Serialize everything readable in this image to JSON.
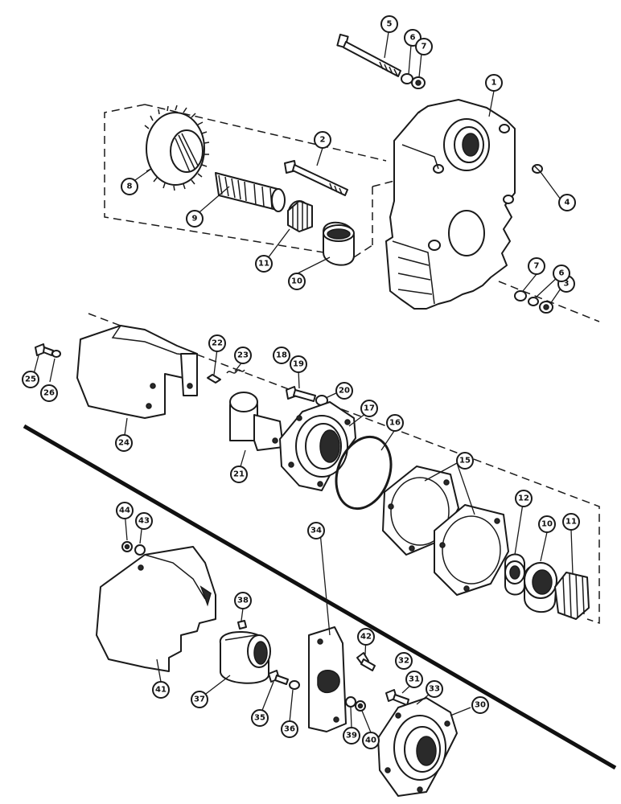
{
  "callouts": [
    {
      "id": "c1",
      "label": "1"
    },
    {
      "id": "c2",
      "label": "2"
    },
    {
      "id": "c3",
      "label": "3"
    },
    {
      "id": "c4",
      "label": "4"
    },
    {
      "id": "c5",
      "label": "5"
    },
    {
      "id": "c6a",
      "label": "6"
    },
    {
      "id": "c7a",
      "label": "7"
    },
    {
      "id": "c6b",
      "label": "6"
    },
    {
      "id": "c7b",
      "label": "7"
    },
    {
      "id": "c8",
      "label": "8"
    },
    {
      "id": "c9",
      "label": "9"
    },
    {
      "id": "c10a",
      "label": "10"
    },
    {
      "id": "c11a",
      "label": "11"
    },
    {
      "id": "c10b",
      "label": "10"
    },
    {
      "id": "c11b",
      "label": "11"
    },
    {
      "id": "c12",
      "label": "12"
    },
    {
      "id": "c15",
      "label": "15"
    },
    {
      "id": "c16",
      "label": "16"
    },
    {
      "id": "c17",
      "label": "17"
    },
    {
      "id": "c18",
      "label": "18"
    },
    {
      "id": "c19",
      "label": "19"
    },
    {
      "id": "c20",
      "label": "20"
    },
    {
      "id": "c21",
      "label": "21"
    },
    {
      "id": "c22",
      "label": "22"
    },
    {
      "id": "c23",
      "label": "23"
    },
    {
      "id": "c24",
      "label": "24"
    },
    {
      "id": "c25",
      "label": "25"
    },
    {
      "id": "c26",
      "label": "26"
    },
    {
      "id": "c30",
      "label": "30"
    },
    {
      "id": "c31",
      "label": "31"
    },
    {
      "id": "c32",
      "label": "32"
    },
    {
      "id": "c33",
      "label": "33"
    },
    {
      "id": "c34",
      "label": "34"
    },
    {
      "id": "c35",
      "label": "35"
    },
    {
      "id": "c36",
      "label": "36"
    },
    {
      "id": "c37",
      "label": "37"
    },
    {
      "id": "c38",
      "label": "38"
    },
    {
      "id": "c39",
      "label": "39"
    },
    {
      "id": "c40",
      "label": "40"
    },
    {
      "id": "c41",
      "label": "41"
    },
    {
      "id": "c42",
      "label": "42"
    },
    {
      "id": "c43",
      "label": "43"
    },
    {
      "id": "c44",
      "label": "44"
    }
  ]
}
